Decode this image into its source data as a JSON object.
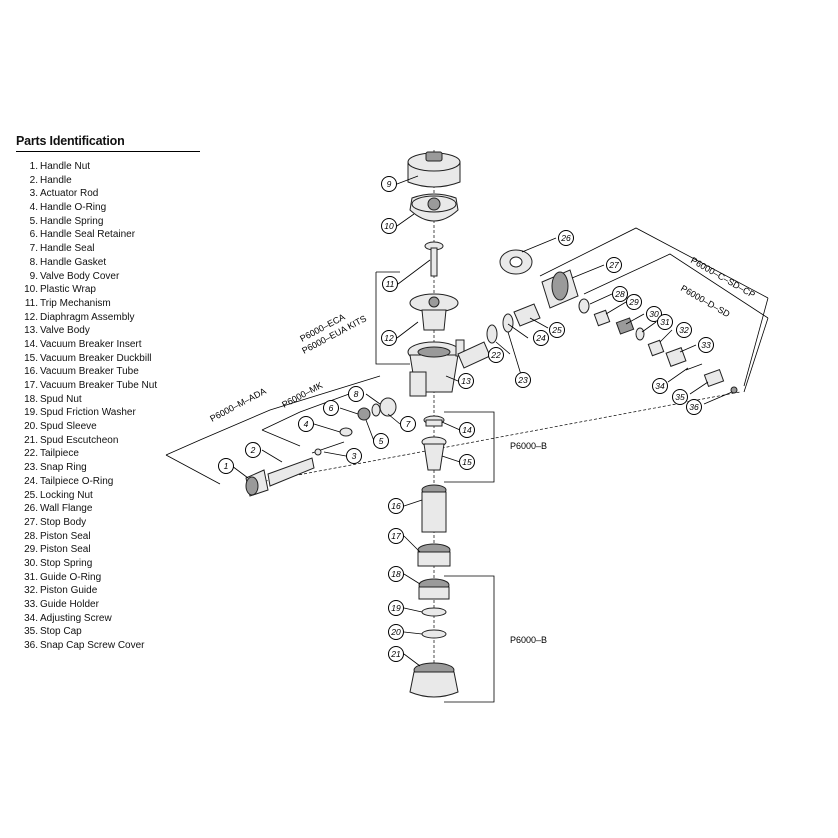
{
  "parts_title": "Parts Identification",
  "parts": [
    {
      "num": "1.",
      "name": "Handle Nut"
    },
    {
      "num": "2.",
      "name": "Handle"
    },
    {
      "num": "3.",
      "name": "Actuator Rod"
    },
    {
      "num": "4.",
      "name": "Handle O-Ring"
    },
    {
      "num": "5.",
      "name": "Handle Spring"
    },
    {
      "num": "6.",
      "name": "Handle Seal Retainer"
    },
    {
      "num": "7.",
      "name": "Handle Seal"
    },
    {
      "num": "8.",
      "name": "Handle Gasket"
    },
    {
      "num": "9.",
      "name": "Valve Body Cover"
    },
    {
      "num": "10.",
      "name": "Plastic Wrap"
    },
    {
      "num": "11.",
      "name": "Trip Mechanism"
    },
    {
      "num": "12.",
      "name": "Diaphragm Assembly"
    },
    {
      "num": "13.",
      "name": "Valve Body"
    },
    {
      "num": "14.",
      "name": "Vacuum Breaker Insert"
    },
    {
      "num": "15.",
      "name": "Vacuum Breaker Duckbill"
    },
    {
      "num": "16.",
      "name": "Vacuum Breaker Tube"
    },
    {
      "num": "17.",
      "name": "Vacuum Breaker Tube Nut"
    },
    {
      "num": "18.",
      "name": "Spud Nut"
    },
    {
      "num": "19.",
      "name": "Spud Friction Washer"
    },
    {
      "num": "20.",
      "name": "Spud Sleeve"
    },
    {
      "num": "21.",
      "name": "Spud Escutcheon"
    },
    {
      "num": "22.",
      "name": "Tailpiece"
    },
    {
      "num": "23.",
      "name": "Snap Ring"
    },
    {
      "num": "24.",
      "name": "Tailpiece O-Ring"
    },
    {
      "num": "25.",
      "name": "Locking Nut"
    },
    {
      "num": "26.",
      "name": "Wall Flange"
    },
    {
      "num": "27.",
      "name": "Stop Body"
    },
    {
      "num": "28.",
      "name": "Piston Seal"
    },
    {
      "num": "29.",
      "name": "Piston Seal"
    },
    {
      "num": "30.",
      "name": "Stop Spring"
    },
    {
      "num": "31.",
      "name": "Guide O-Ring"
    },
    {
      "num": "32.",
      "name": "Piston Guide"
    },
    {
      "num": "33.",
      "name": "Guide Holder"
    },
    {
      "num": "34.",
      "name": "Adjusting Screw"
    },
    {
      "num": "35.",
      "name": "Stop Cap"
    },
    {
      "num": "36.",
      "name": "Snap Cap Screw Cover"
    }
  ],
  "kits": {
    "eca": "P6000–ECA",
    "eua": "P6000–EUA KITS",
    "m_ada": "P6000–M–ADA",
    "mk": "P6000–MK",
    "b_upper": "P6000–B",
    "b_lower": "P6000–B",
    "c_sd_cp": "P6000–C–SD–CP",
    "d_sd": "P6000–D–SD"
  }
}
